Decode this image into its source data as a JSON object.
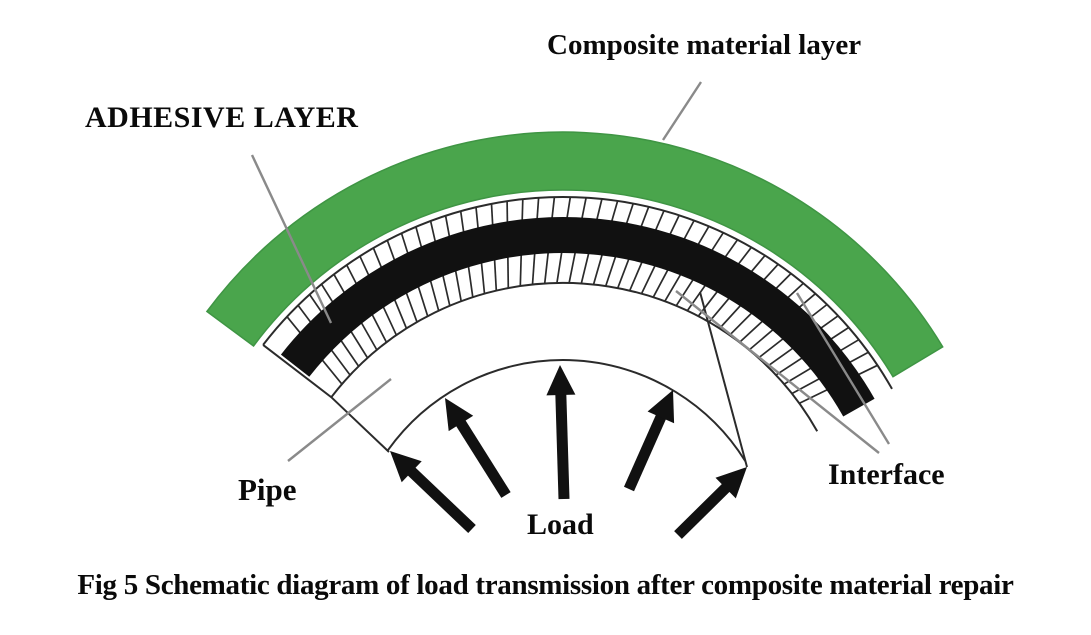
{
  "diagram": {
    "labels": {
      "composite": "Composite material layer",
      "adhesive": "ADHESIVE LAYER",
      "pipe": "Pipe",
      "load": "Load",
      "interface": "Interface"
    },
    "caption": "Fig 5 Schematic diagram of load transmission after composite material repair",
    "colors": {
      "composite_layer": "#4aa54c",
      "pipe_layer": "#111111",
      "leader_line": "#8a8a8a",
      "outline": "#2b2b2b"
    },
    "load_arrow_count": 5
  }
}
